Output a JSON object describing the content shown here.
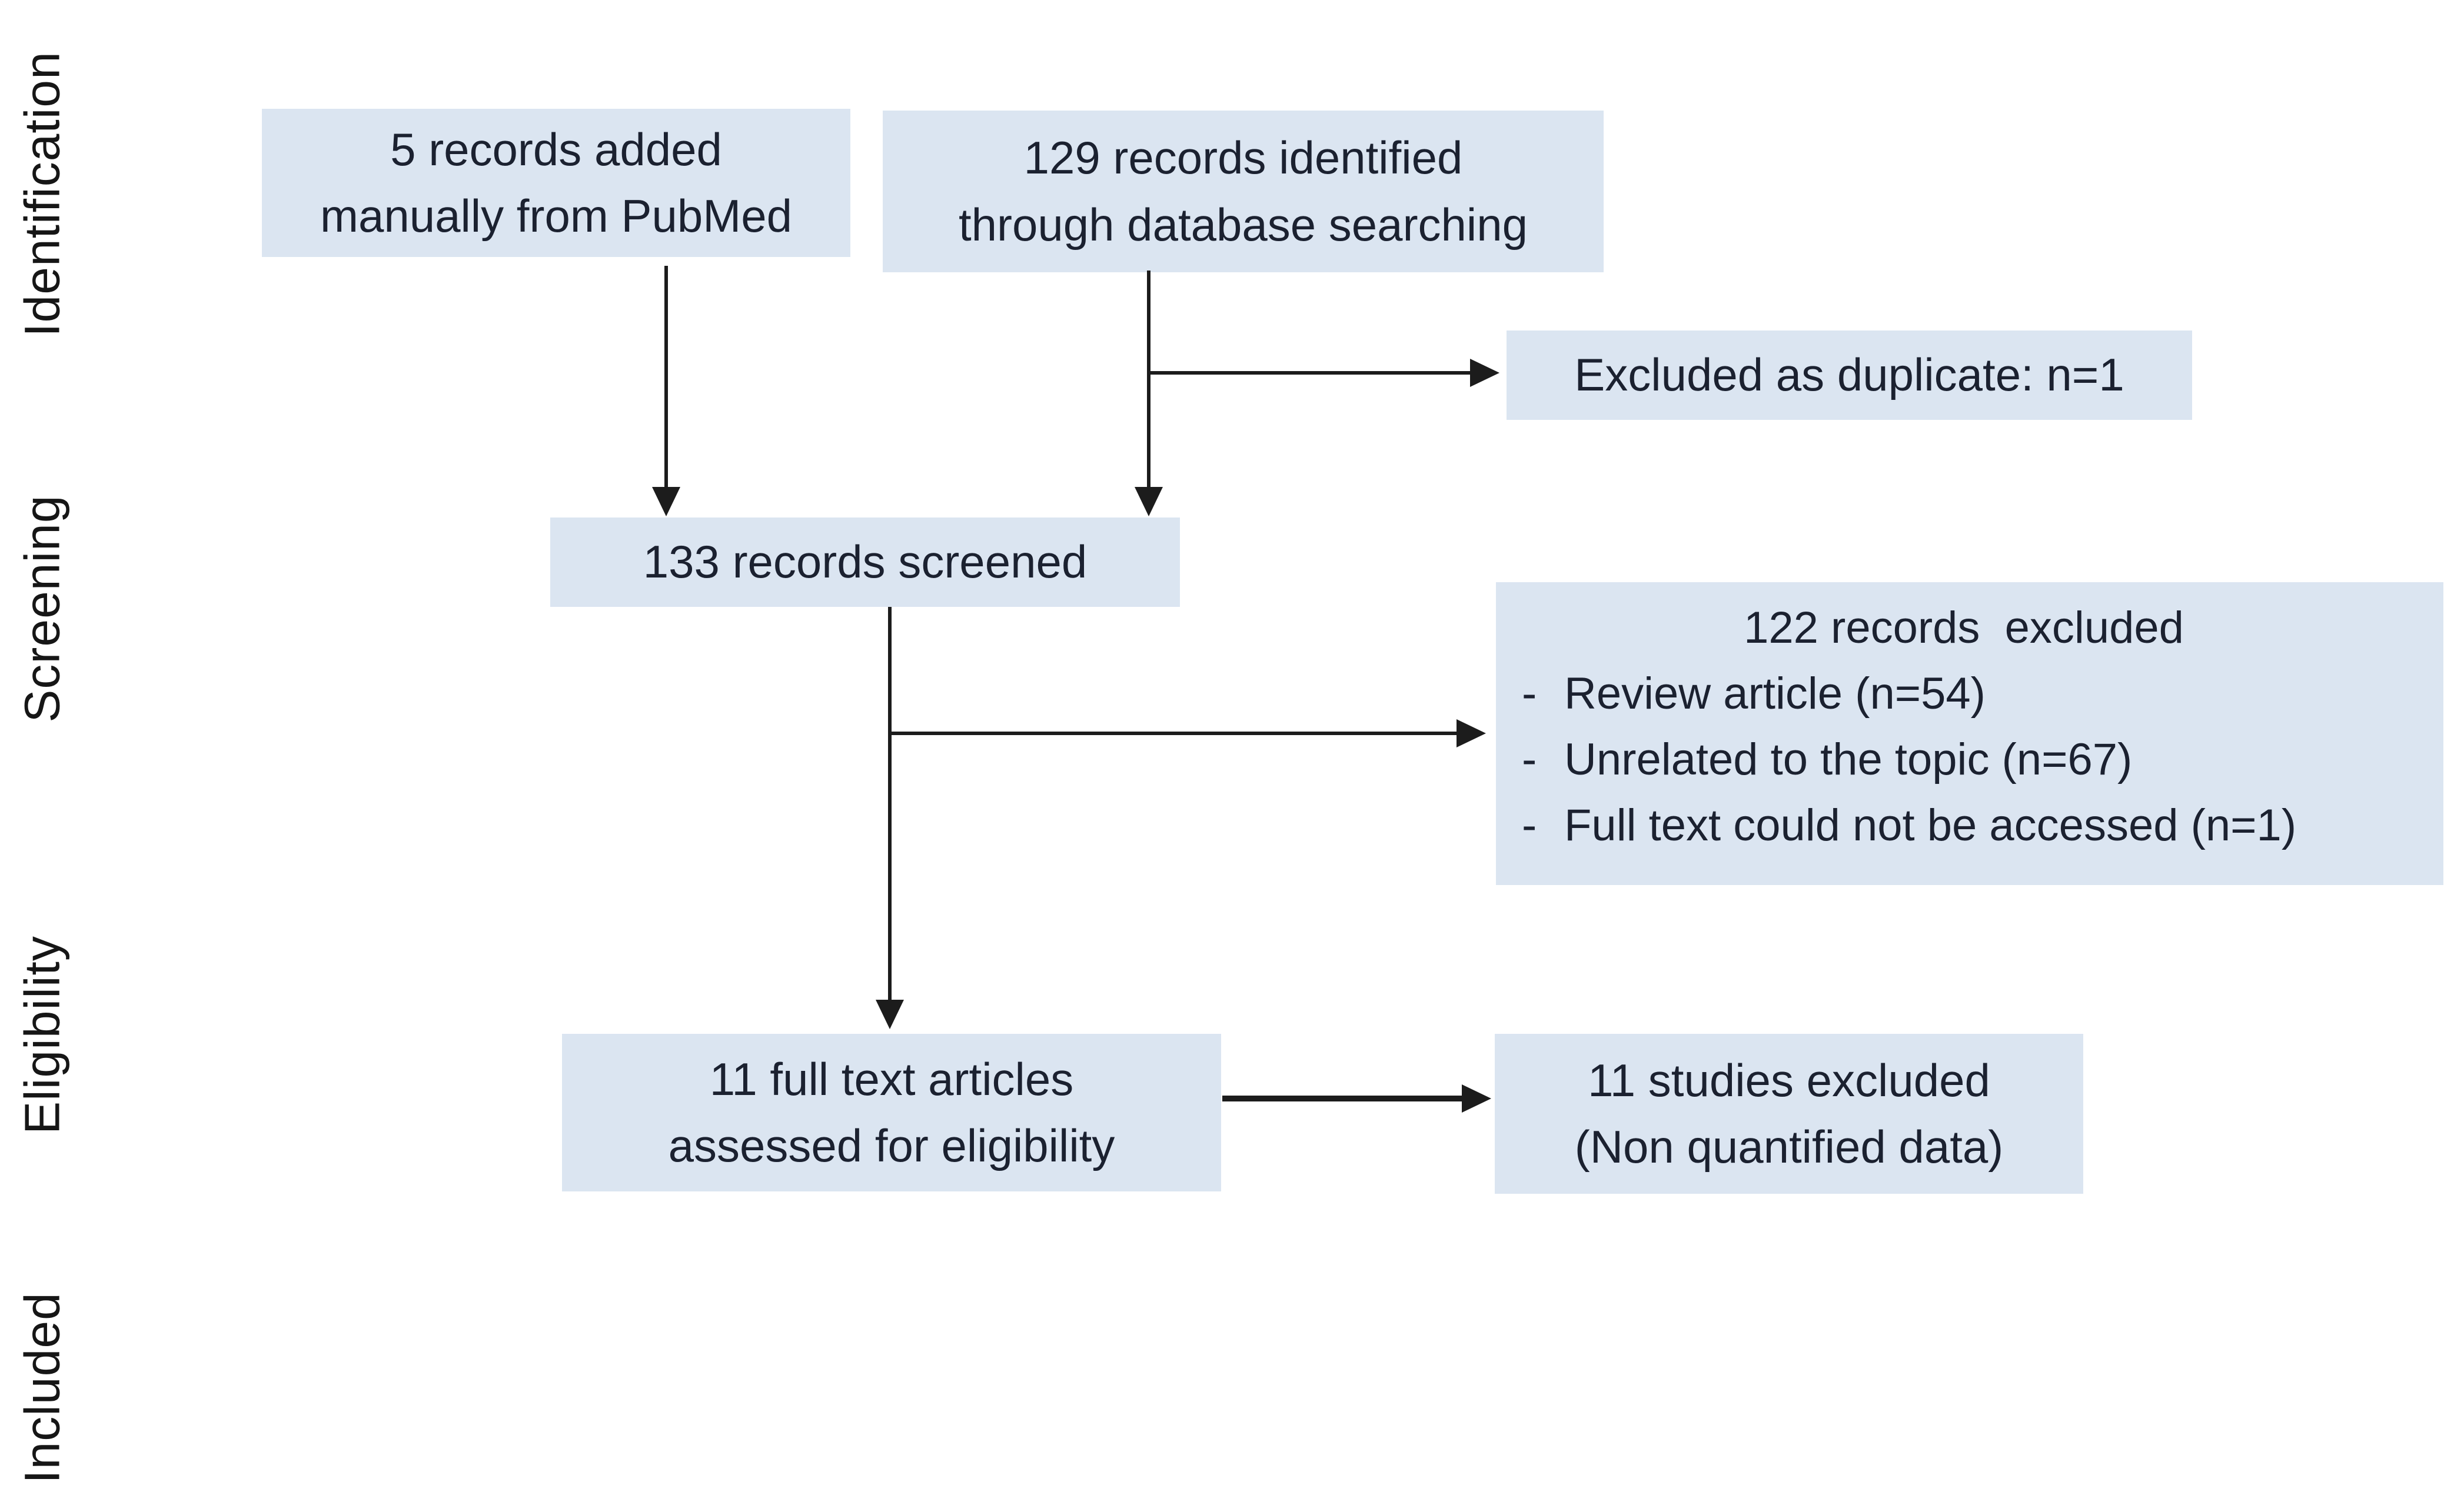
{
  "figure": {
    "type": "prisma-flow-diagram",
    "stages": [
      {
        "id": "identification",
        "label": "Identification"
      },
      {
        "id": "screening",
        "label": "Screening"
      },
      {
        "id": "eligibility",
        "label": "Eligibility"
      },
      {
        "id": "included",
        "label": "Included"
      }
    ],
    "boxes": {
      "added_manually": {
        "lines": [
          "5 records added",
          "manually from PubMed"
        ]
      },
      "identified": {
        "lines": [
          "129 records identified",
          "through database searching"
        ]
      },
      "duplicate_excluded": {
        "text": "Excluded as duplicate: n=1"
      },
      "screened": {
        "text": "133 records screened"
      },
      "records_excluded": {
        "title": "122 records  excluded",
        "items": [
          {
            "marker": "-",
            "text": "Review article (n=54)"
          },
          {
            "marker": "-",
            "text": "Unrelated to the topic (n=67)"
          },
          {
            "marker": "-",
            "text": "Full text could not be accessed (n=1)"
          }
        ]
      },
      "fulltext_assessed": {
        "lines": [
          "11 full text articles",
          "assessed for eligibility"
        ]
      },
      "studies_excluded": {
        "lines": [
          "11 studies excluded",
          "(Non quantified data)"
        ]
      }
    },
    "colors": {
      "background": "#ffffff",
      "box_bg": "#dbe5f1",
      "box_text": "#1b2130",
      "label_text": "#161616",
      "arrow": "#1c1c1c"
    }
  }
}
